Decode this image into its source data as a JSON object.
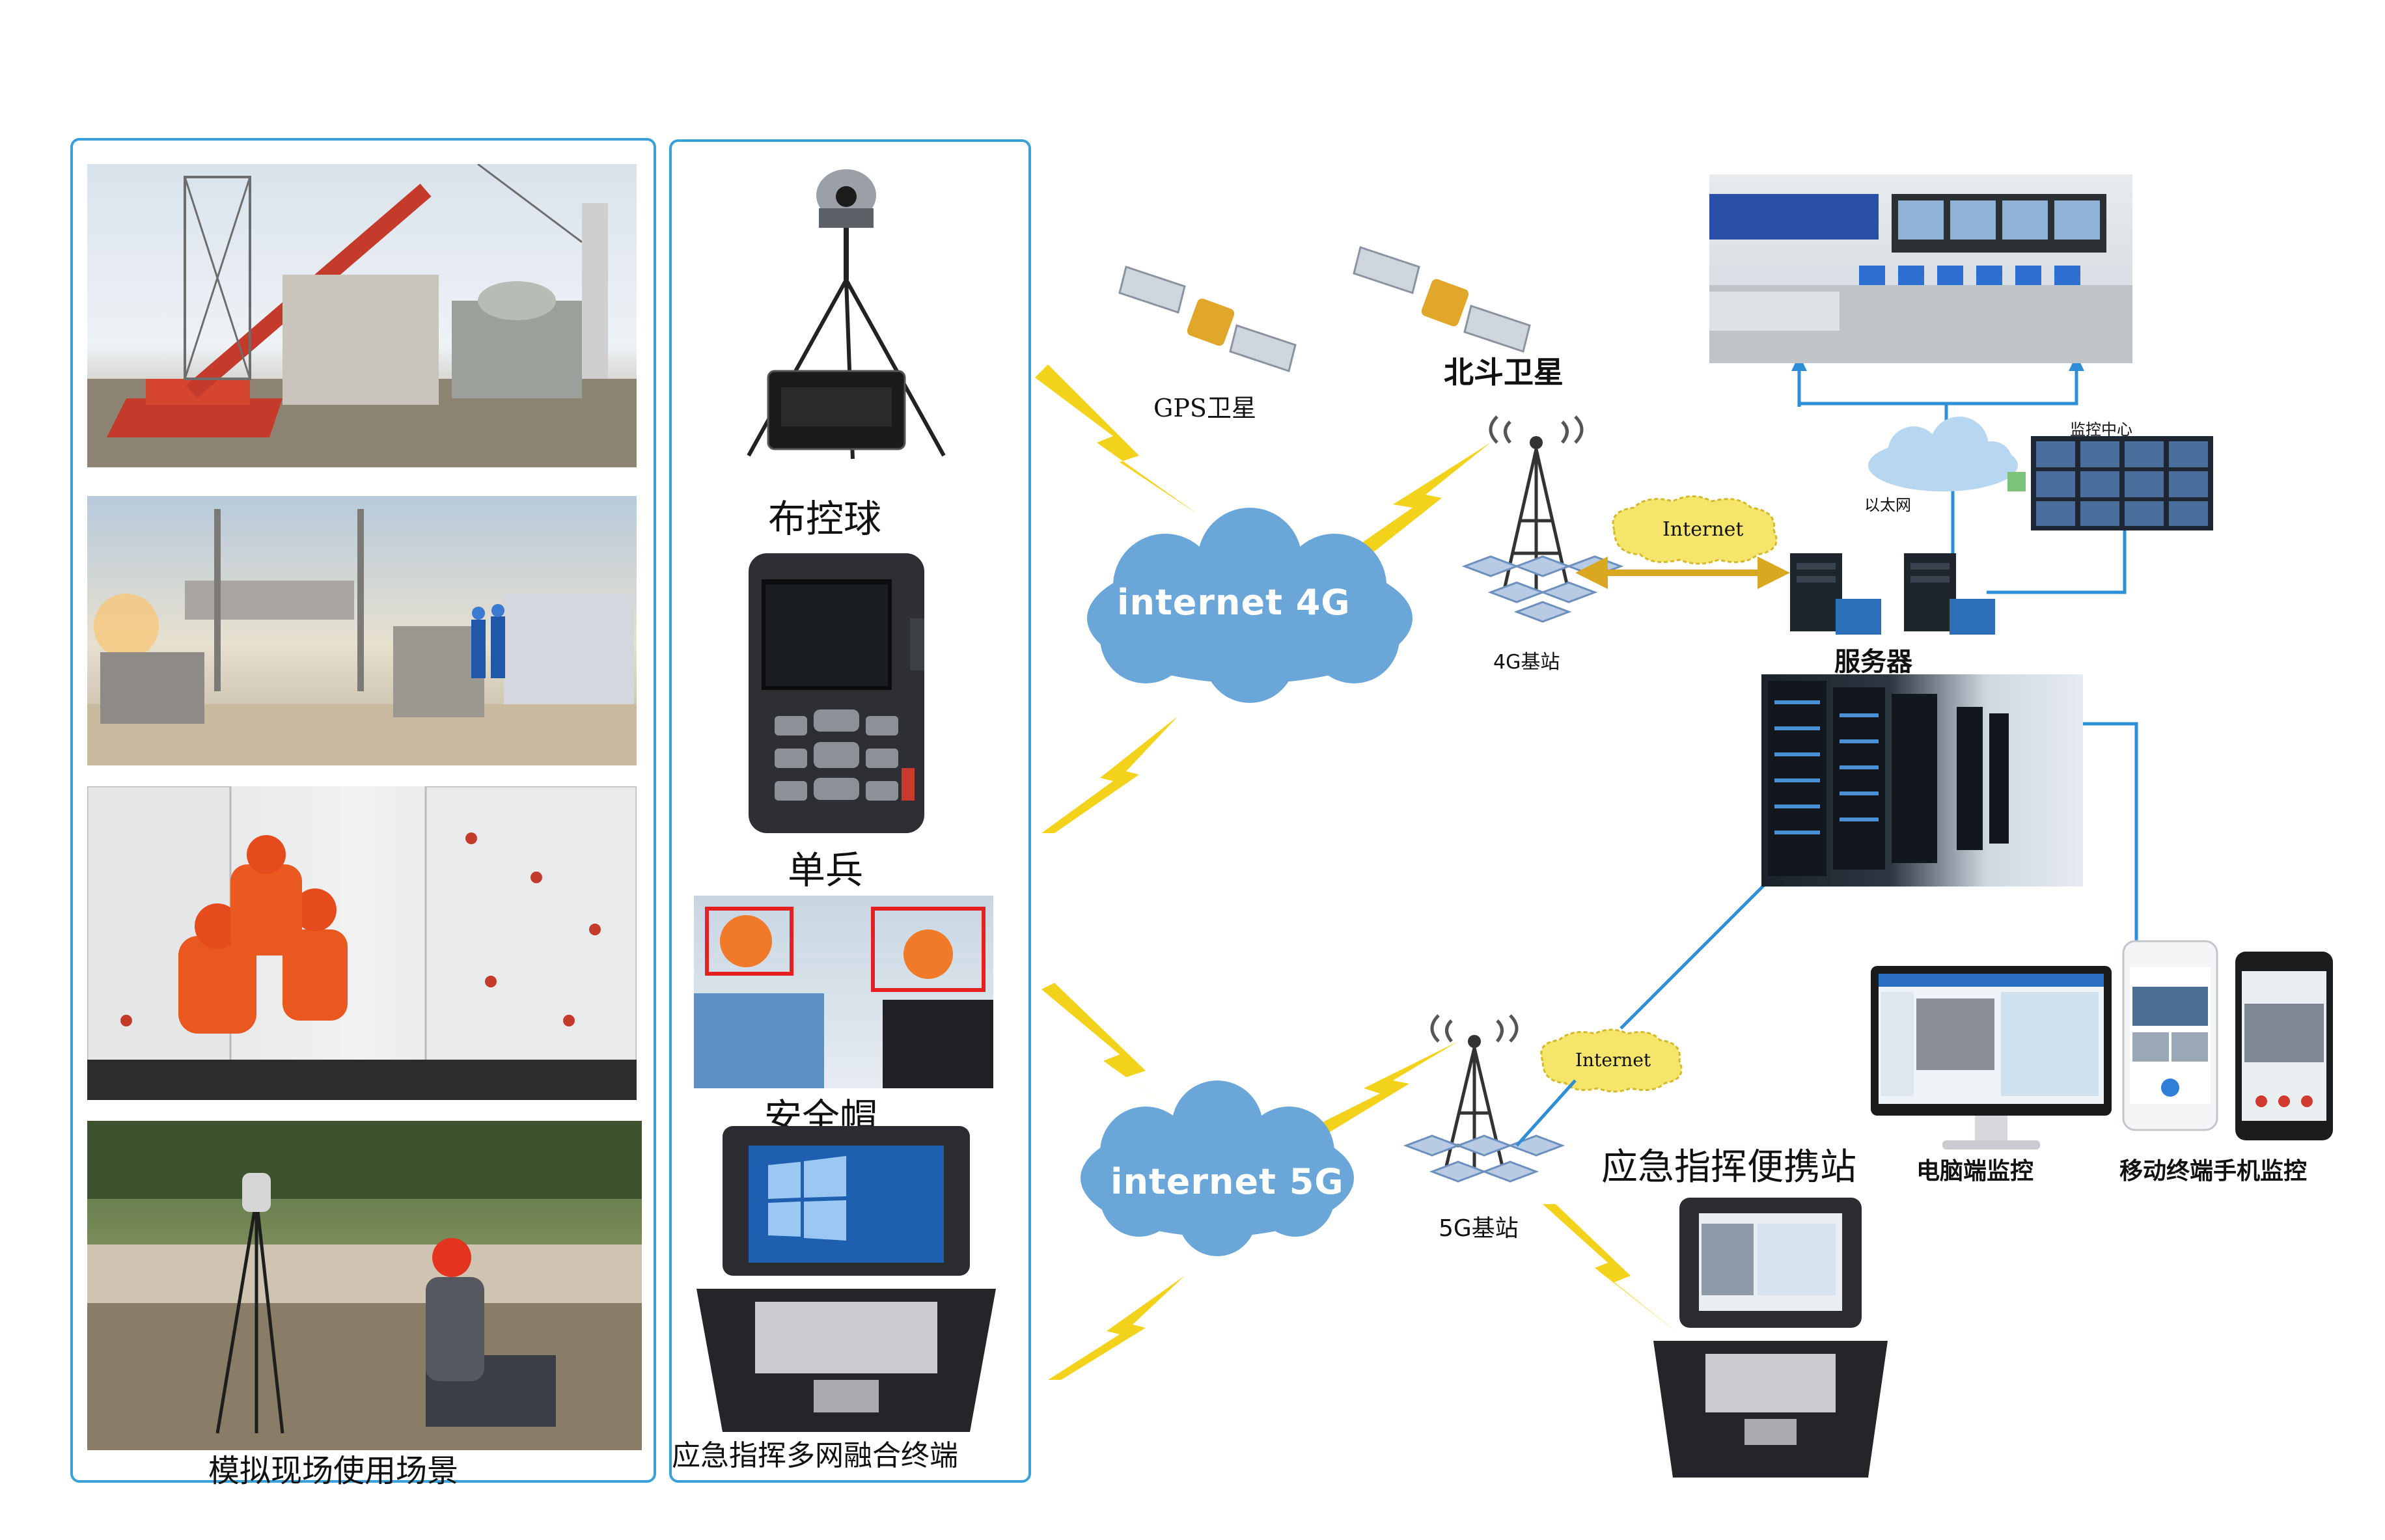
{
  "left_panel": {
    "caption": "模拟现场使用场景"
  },
  "device_panel": {
    "ptz_label": "布控球",
    "soldier_label": "单兵",
    "helmet_label": "安全帽",
    "terminal_label": "应急指挥多网融合终端"
  },
  "network": {
    "gps_label": "GPS卫星",
    "beidou_label": "北斗卫星",
    "cloud_4g_label": "internet 4G",
    "cloud_5g_label": "internet 5G",
    "base_4g_label": "4G基站",
    "base_5g_label": "5G基站",
    "internet_bubble_top": "Internet",
    "internet_bubble_bottom": "Internet",
    "ethernet_label": "以太网",
    "monitor_center_label": "监控中心",
    "server_label": "服务器",
    "portable_station_label": "应急指挥便携站",
    "pc_monitor_label": "电脑端监控",
    "mobile_monitor_label": "移动终端手机监控"
  },
  "colors": {
    "panel_border": "#3aa0d8",
    "cloud_blue": "#6aa6d8",
    "lightning_yellow": "#f2d21b",
    "link_blue": "#2f8fd6",
    "arrow_gold": "#d8a820"
  }
}
